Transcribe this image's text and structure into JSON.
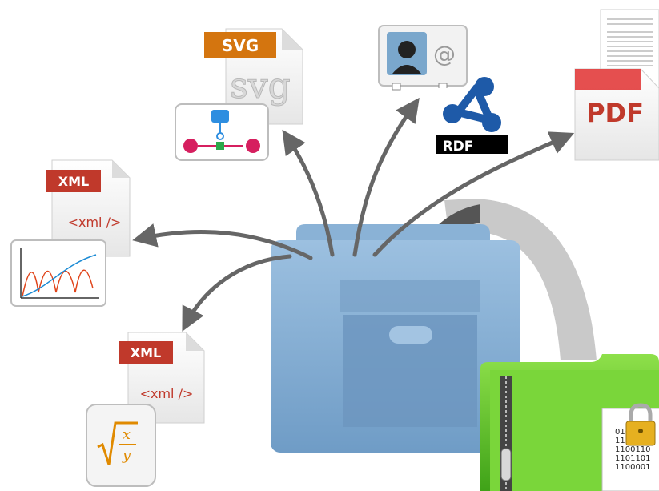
{
  "svg_badge": "SVG",
  "svg_word": "svg",
  "xml_top": {
    "badge": "XML",
    "tag": "<xml />"
  },
  "xml_bottom": {
    "badge": "XML",
    "tag": "<xml />"
  },
  "contact_at": "@",
  "rdf_label": "RDF",
  "pdf_label": "PDF",
  "binary_lines": [
    "010",
    "111",
    "1100110",
    "1101101",
    "1100001"
  ],
  "math": {
    "numerator": "x",
    "denominator": "y"
  },
  "colors": {
    "svg_badge": "#d4750f",
    "xml_badge": "#c0392b",
    "pdf_text": "#c0392b",
    "folder_blue": "#8db4d6",
    "folder_green": "#6fcf2f",
    "arrow": "#666666",
    "rdf_blue": "#1e5aa8"
  },
  "icons": [
    "svg-file-icon",
    "diagram-icon",
    "contact-card-icon",
    "rdf-icon",
    "pdf-file-icon",
    "xml-file-icon",
    "chart-icon",
    "math-icon",
    "folder-icon",
    "zip-folder-icon",
    "lock-icon"
  ]
}
